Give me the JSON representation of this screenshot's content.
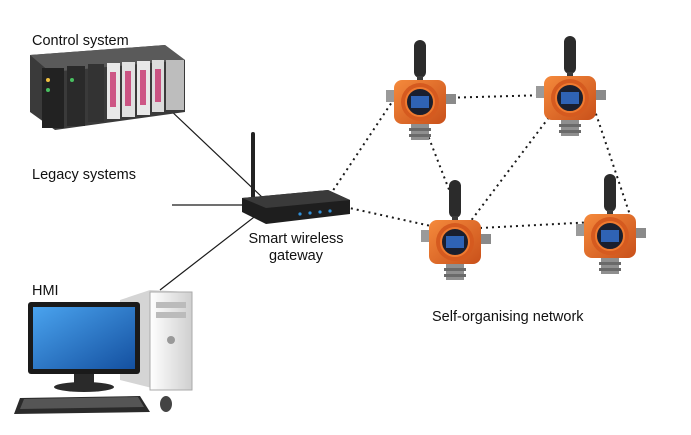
{
  "labels": {
    "control_system": "Control system",
    "legacy_systems": "Legacy systems",
    "hmi": "HMI",
    "gateway_line1": "Smart wireless",
    "gateway_line2": "gateway",
    "network": "Self-organising network"
  },
  "colors": {
    "transmitter_orange": "#e8641e",
    "antenna": "#2a2a2a",
    "link_solid": "#1a1a1a",
    "link_dotted": "#1a1a1a",
    "monitor_screen": "#1e72c8",
    "tower": "#e9e9e9"
  },
  "icons": {
    "control_system": "plc-rack-icon",
    "gateway": "wireless-router-icon",
    "hmi": "desktop-computer-icon",
    "transmitter": "wireless-gas-transmitter-icon"
  }
}
